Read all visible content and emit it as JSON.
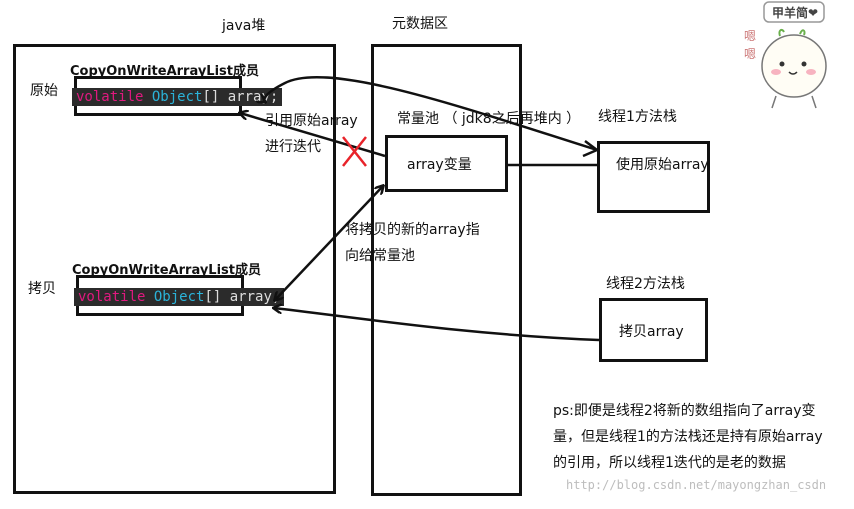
{
  "regions": {
    "heap_title": "java堆",
    "meta_title": "元数据区"
  },
  "heap": {
    "original_label": "原始",
    "copy_label": "拷贝",
    "member_title_1": "CopyOnWriteArrayList成员",
    "member_title_2": "CopyOnWriteArrayList成员",
    "code_keyword": "volatile",
    "code_type": "Object",
    "code_rest": "[] array;"
  },
  "meta": {
    "constant_pool": "常量池 （ jdk8之后再堆内 ）",
    "array_var": "array变量"
  },
  "annotations": {
    "ref_original_line1": "引用原始array",
    "ref_original_line2": "进行迭代",
    "point_new_line1": "将拷贝的新的array指",
    "point_new_line2": "向给常量池",
    "cross": "X"
  },
  "threads": {
    "t1_title": "线程1方法栈",
    "t1_box": "使用原始array",
    "t2_title": "线程2方法栈",
    "t2_box": "拷贝array"
  },
  "note": {
    "line1": "ps:即便是线程2将新的数组指向了array变",
    "line2": "量，但是线程1的方法栈还是持有原始array",
    "line3": "的引用，所以线程1迭代的是老的数据"
  },
  "sticker": {
    "text": "甲羊简❤"
  },
  "watermark": "http://blog.csdn.net/mayongzhan_csdn",
  "colors": {
    "keyword": "#e0197f",
    "type": "#2bb3d9",
    "code_bg": "#2b2b2b",
    "cross": "#e8232a"
  }
}
